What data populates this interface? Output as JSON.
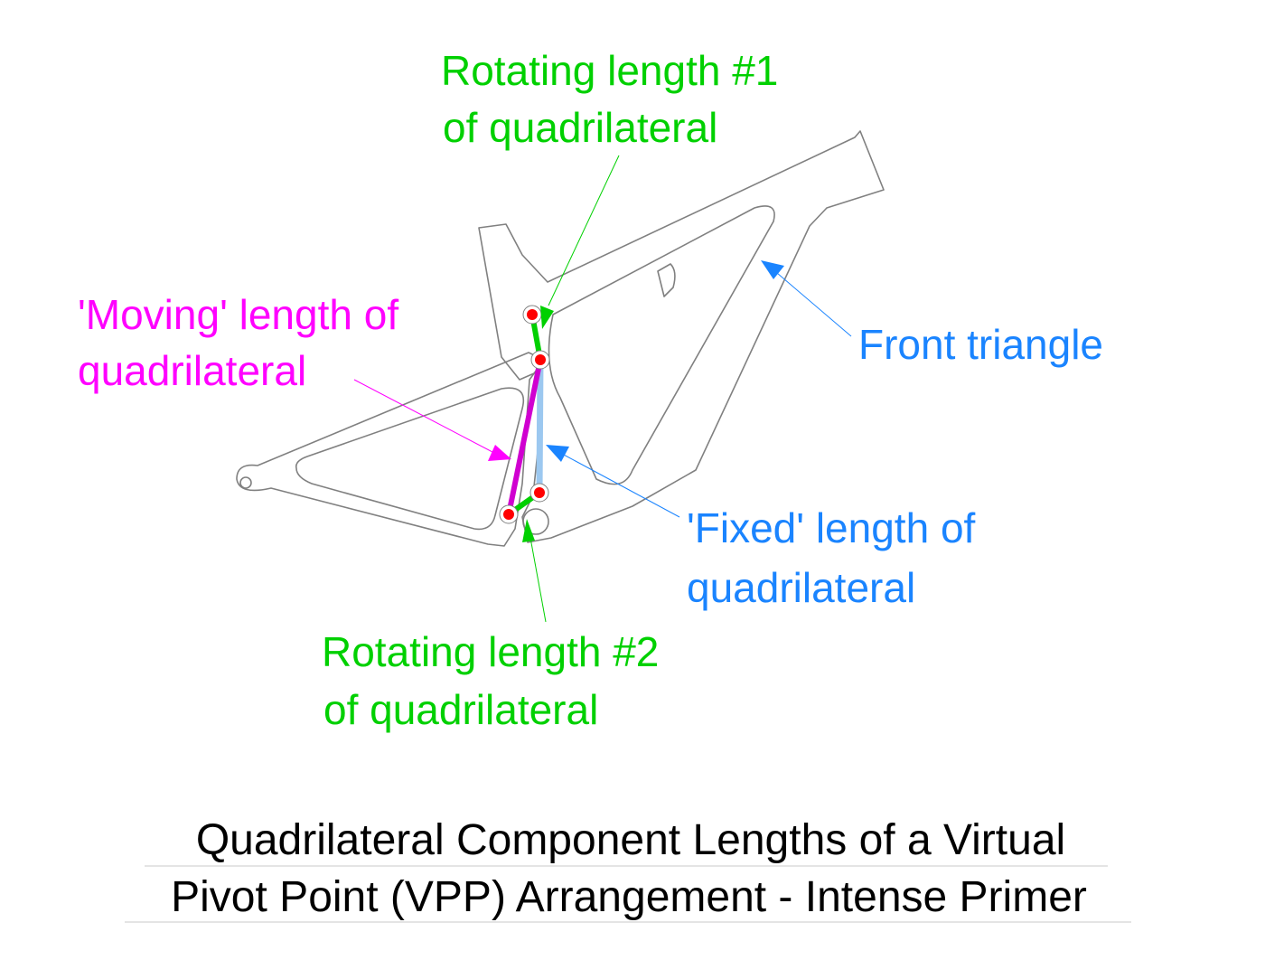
{
  "colors": {
    "rotating": "#00d000",
    "moving": "#ff00ff",
    "fixed": "#1a84ff",
    "fixed_link": "#9cc8f0",
    "pivot": "#ff0000",
    "frame_outline": "#808080",
    "title": "#000000"
  },
  "labels": {
    "rotating1": {
      "line1": "Rotating length #1",
      "line2": "of quadrilateral"
    },
    "moving": {
      "line1": "'Moving' length of",
      "line2": "quadrilateral"
    },
    "front_triangle": "Front triangle",
    "fixed": {
      "line1": "'Fixed' length of",
      "line2": "quadrilateral"
    },
    "rotating2": {
      "line1": "Rotating length #2",
      "line2": "of quadrilateral"
    }
  },
  "title": {
    "line1": "Quadrilateral Component Lengths of a Virtual",
    "line2": "Pivot Point (VPP) Arrangement - Intense Primer"
  }
}
